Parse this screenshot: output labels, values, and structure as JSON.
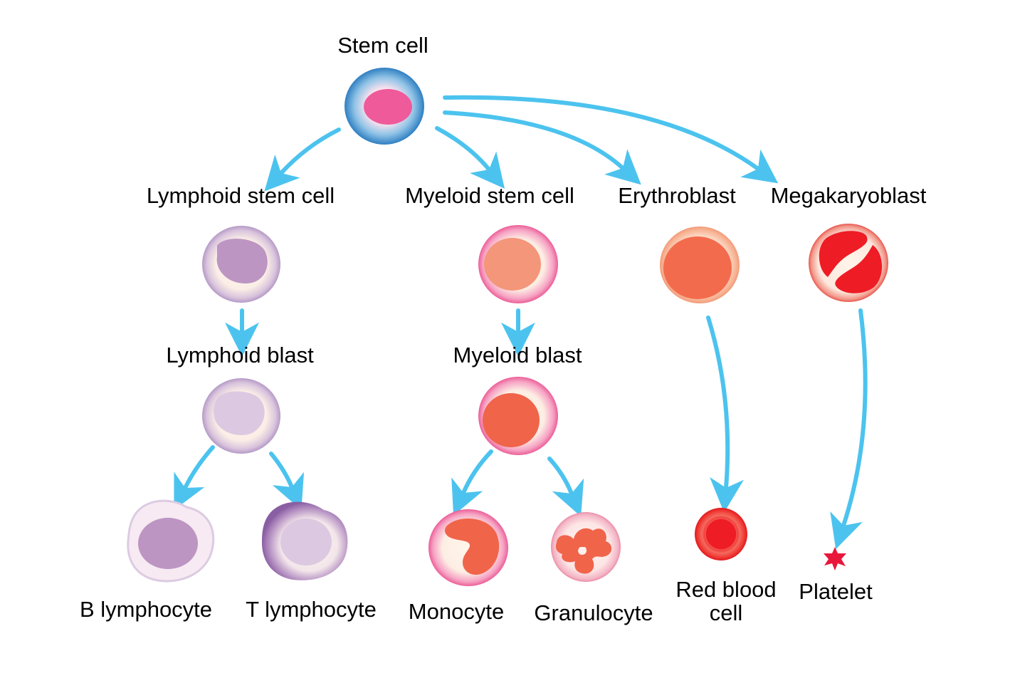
{
  "colors": {
    "arrow": "#4cc3ee",
    "text": "#000000"
  },
  "labels": {
    "stem_cell": "Stem cell",
    "lymphoid_stem_cell": "Lymphoid stem cell",
    "myeloid_stem_cell": "Myeloid stem cell",
    "erythroblast": "Erythroblast",
    "megakaryoblast": "Megakaryoblast",
    "lymphoid_blast": "Lymphoid blast",
    "myeloid_blast": "Myeloid blast",
    "b_lymphocyte": "B lymphocyte",
    "t_lymphocyte": "T lymphocyte",
    "monocyte": "Monocyte",
    "granulocyte": "Granulocyte",
    "red_blood_cell_line1": "Red blood",
    "red_blood_cell_line2": "cell",
    "platelet": "Platelet"
  }
}
